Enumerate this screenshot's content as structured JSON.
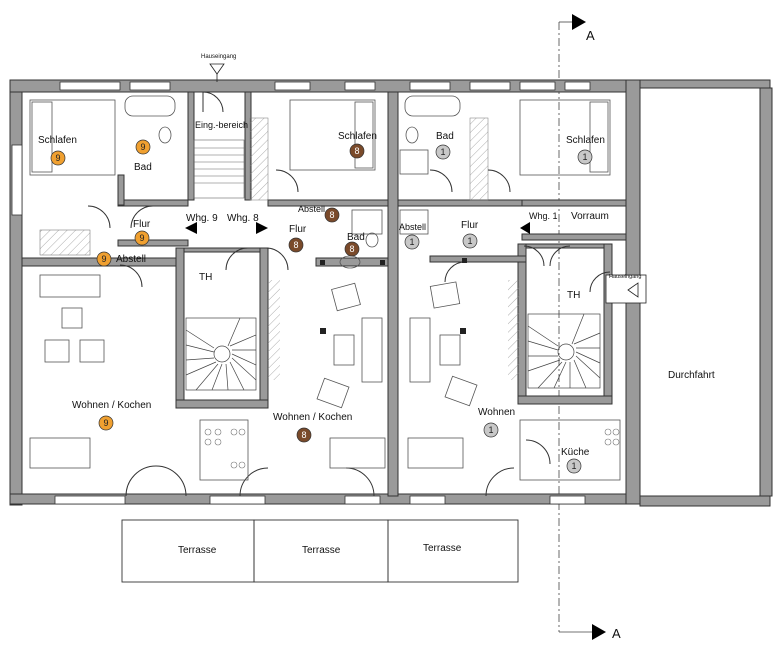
{
  "rooms": {
    "schlafen_9": "Schlafen",
    "bad_9": "Bad",
    "eingbereich": "Eing.-bereich",
    "schlafen_8": "Schlafen",
    "bad_1": "Bad",
    "schlafen_1": "Schlafen",
    "flur_9": "Flur",
    "whg9": "Whg. 9",
    "whg8": "Whg. 8",
    "flur_8": "Flur",
    "abstell_8": "Abstell",
    "bad_8": "Bad",
    "abstell_1": "Abstell",
    "flur_1": "Flur",
    "whg1": "Whg. 1",
    "vorraum": "Vorraum",
    "abstell_9": "Abstell",
    "th_left": "TH",
    "th_right": "TH",
    "wohnen_kochen_9": "Wohnen / Kochen",
    "wohnen_kochen_8": "Wohnen / Kochen",
    "wohnen_1": "Wohnen",
    "kueche_1": "Küche",
    "durchfahrt": "Durchfahrt",
    "terrasse_1": "Terrasse",
    "terrasse_2": "Terrasse",
    "terrasse_3": "Terrasse"
  },
  "entrances": {
    "top": "Hauseingang",
    "right": "Hauseingang"
  },
  "section": {
    "top": "A",
    "bottom": "A"
  },
  "badges": {
    "unit9": "9",
    "unit8": "8",
    "unit1": "1"
  },
  "colors": {
    "unit9": "#f0a030",
    "unit8": "#7a4a2a",
    "unit1": "#c8c8c8",
    "wall": "#9a9a9a"
  }
}
